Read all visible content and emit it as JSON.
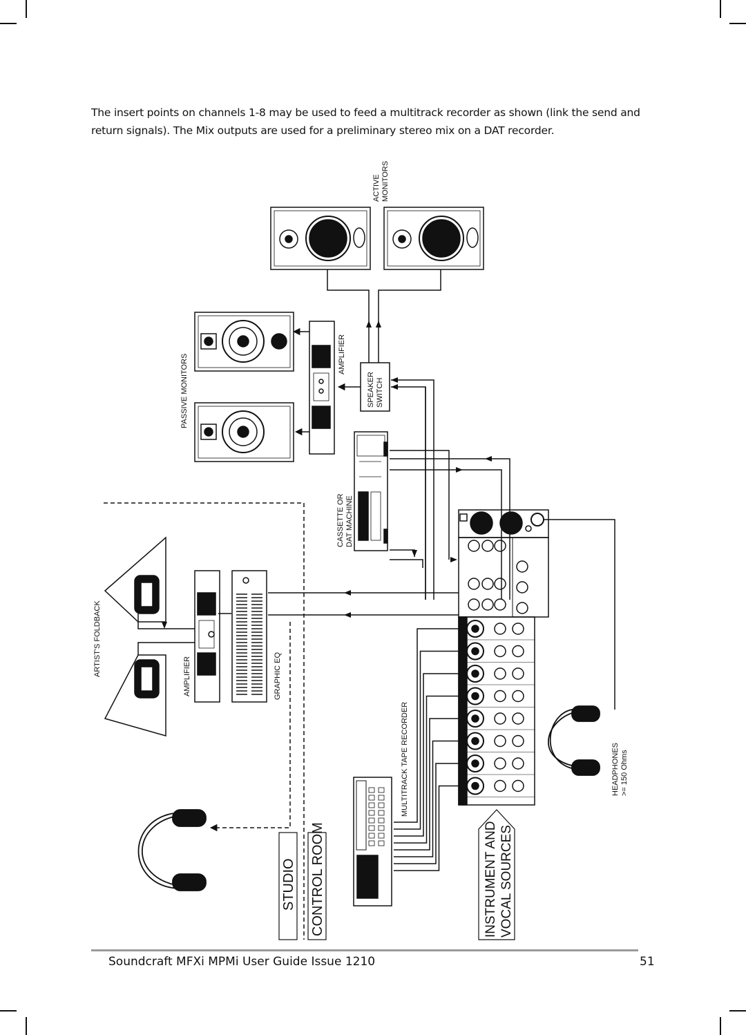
{
  "intro": {
    "line1": "The insert points on channels 1-8 may be used to feed a multitrack recorder as shown (link the send and",
    "line2": "return signals). The Mix outputs are used for a preliminary stereo mix on a DAT recorder."
  },
  "diagram": {
    "active_monitors_line1": "ACTIVE",
    "active_monitors_line2": "MONITORS",
    "passive_monitors": "PASSIVE MONITORS",
    "amplifier_top": "AMPLIFIER",
    "speaker_switch_line1": "SPEAKER",
    "speaker_switch_line2": "SWITCH",
    "cassette_line1": "CASSETTE OR",
    "cassette_line2": "DAT MACHINE",
    "artists_foldback": "ARTIST'S FOLDBACK",
    "amplifier_bottom": "AMPLIFIER",
    "graphic_eq": "GRAPHIC EQ",
    "multitrack": "MULTITRACK TAPE RECORDER",
    "headphones_line1": "HEADPHONES",
    "headphones_line2": ">= 150 Ohms",
    "studio": "STUDIO",
    "control_room": "CONTROL ROOM",
    "instrument_line1": "INSTRUMENT AND",
    "instrument_line2": "VOCAL SOURCES"
  },
  "footer": {
    "title": "Soundcraft MFXi MPMi User Guide Issue 1210",
    "page": "51"
  }
}
